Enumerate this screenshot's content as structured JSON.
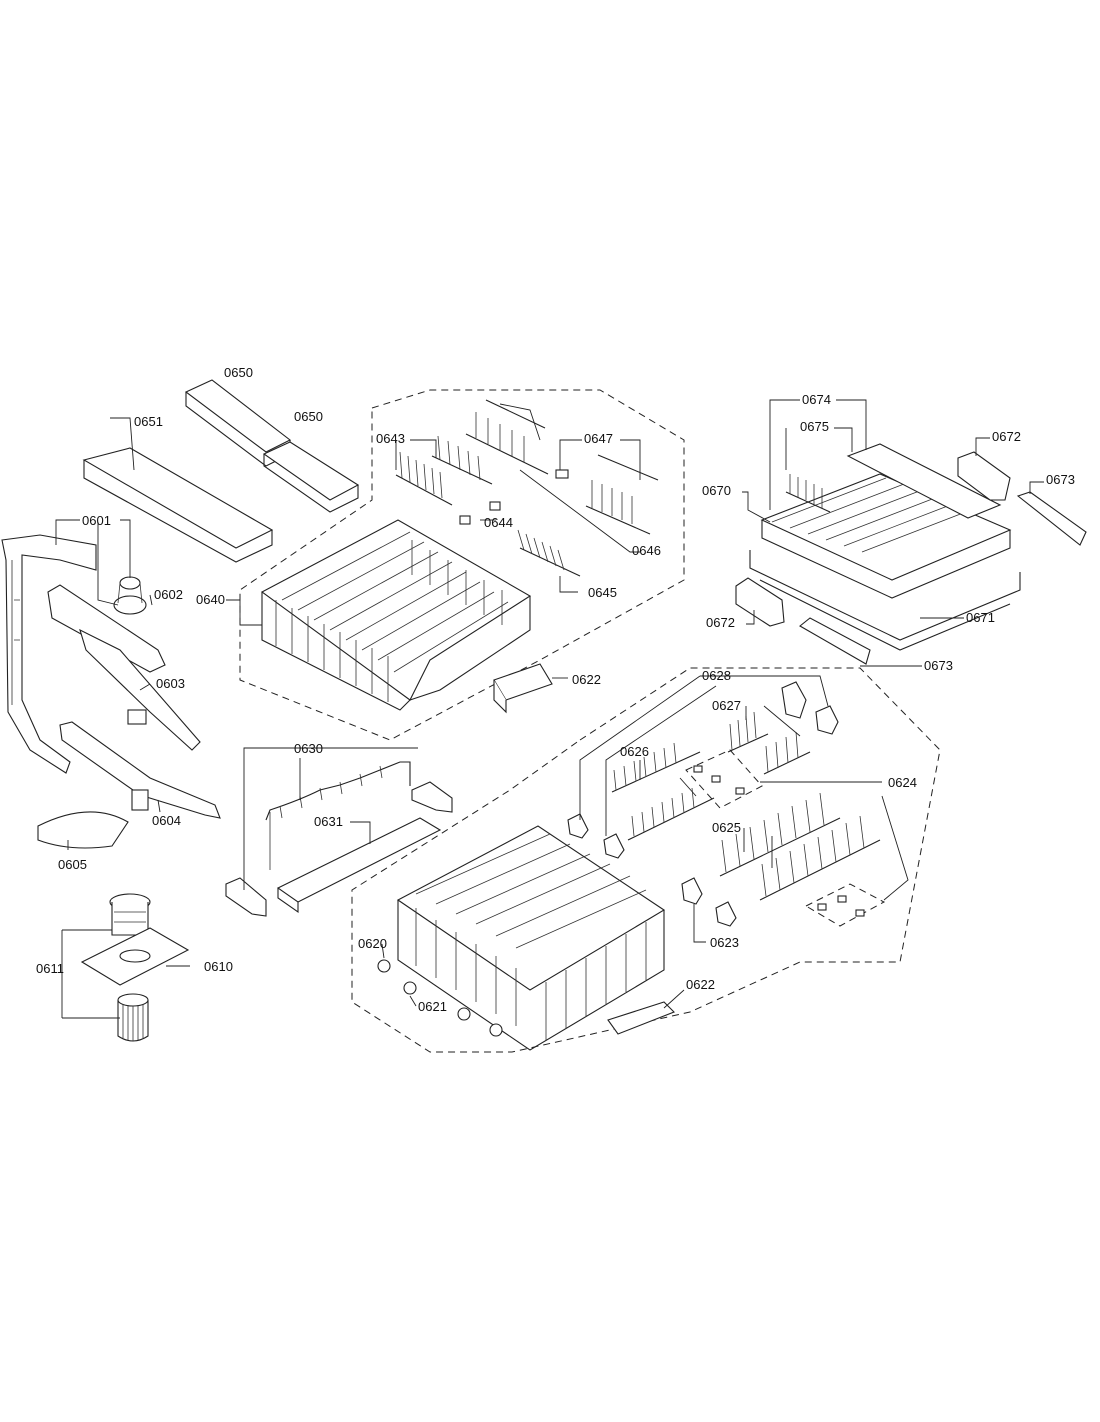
{
  "callouts": {
    "c0601": "0601",
    "c0602": "0602",
    "c0603": "0603",
    "c0604": "0604",
    "c0605": "0605",
    "c0610": "0610",
    "c0611": "0611",
    "c0620": "0620",
    "c0621": "0621",
    "c0622a": "0622",
    "c0622b": "0622",
    "c0623": "0623",
    "c0624": "0624",
    "c0625": "0625",
    "c0626": "0626",
    "c0627": "0627",
    "c0628": "0628",
    "c0630": "0630",
    "c0631": "0631",
    "c0640": "0640",
    "c0643": "0643",
    "c0644": "0644",
    "c0645": "0645",
    "c0646": "0646",
    "c0647": "0647",
    "c0650a": "0650",
    "c0650b": "0650",
    "c0651": "0651",
    "c0670": "0670",
    "c0671": "0671",
    "c0672a": "0672",
    "c0672b": "0672",
    "c0673a": "0673",
    "c0673b": "0673",
    "c0674": "0674",
    "c0675": "0675"
  }
}
